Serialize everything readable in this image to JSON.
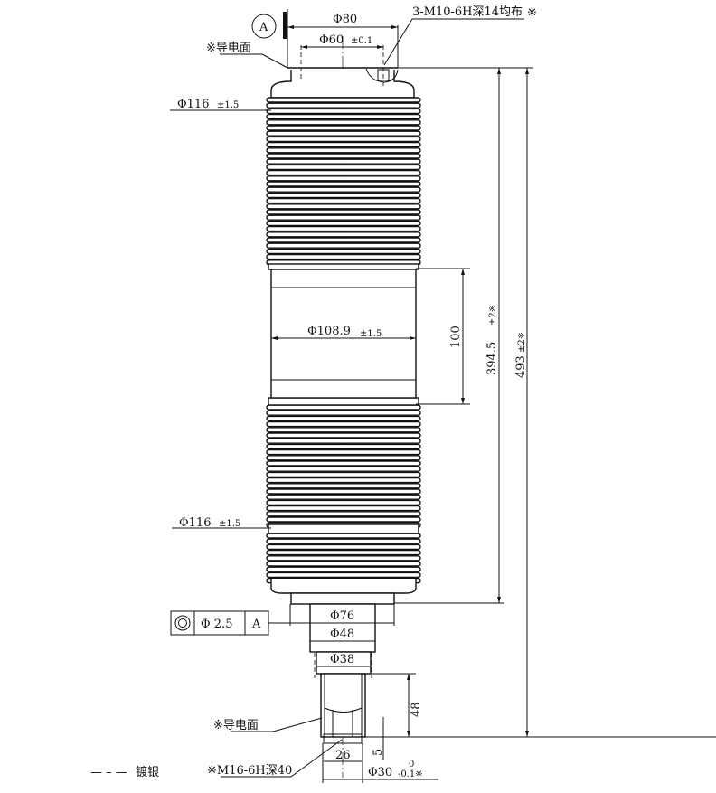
{
  "title": "Vacuum interrupter outline drawing",
  "datum": "A",
  "top": {
    "d80": "Φ80",
    "d60": "Φ60",
    "d60_tol": "±0.1",
    "thread_note": "3-M10-6H深14均布",
    "thread_mark": "※",
    "conductive_face": "※导电面"
  },
  "body": {
    "d116_top": "Φ116",
    "d116_top_tol": "±1.5",
    "d108": "Φ108.9",
    "d108_tol": "±1.5",
    "d116_bottom": "Φ116",
    "d116_bottom_tol": "±1.5",
    "len100": "100",
    "len394": "394.5",
    "len394_tol": "±2※",
    "len493": "493",
    "len493_tol": "±2※"
  },
  "bottom": {
    "coaxiality_value": "Φ  2.5",
    "coaxiality_datum": "A",
    "d76": "Φ76",
    "d48": "Φ48",
    "d38": "Φ38",
    "len48": "48",
    "len5": "5",
    "w26": "26",
    "d30": "Φ30",
    "d30_upper": "0",
    "d30_lower": "-0.1※",
    "conductive_face": "※导电面",
    "thread_note": "※M16-6H深40"
  },
  "legend": {
    "line": "— – —",
    "label": "镀银"
  }
}
